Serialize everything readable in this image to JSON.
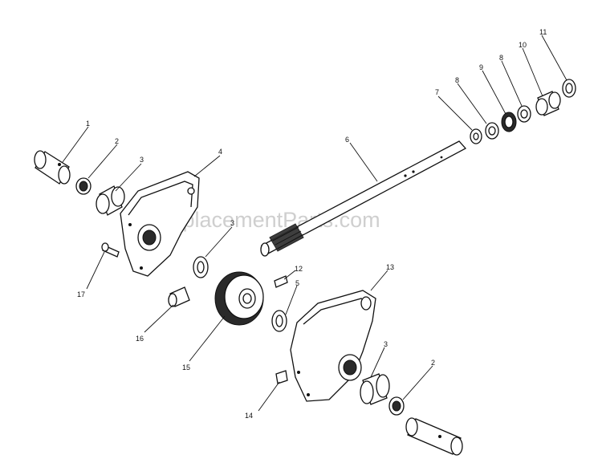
{
  "watermark": "eReplacementParts.com",
  "callouts": [
    "1",
    "2",
    "3",
    "4",
    "3",
    "17",
    "16",
    "15",
    "12",
    "5",
    "13",
    "3",
    "2",
    "14",
    "6",
    "7",
    "8",
    "9",
    "8",
    "10",
    "11"
  ]
}
